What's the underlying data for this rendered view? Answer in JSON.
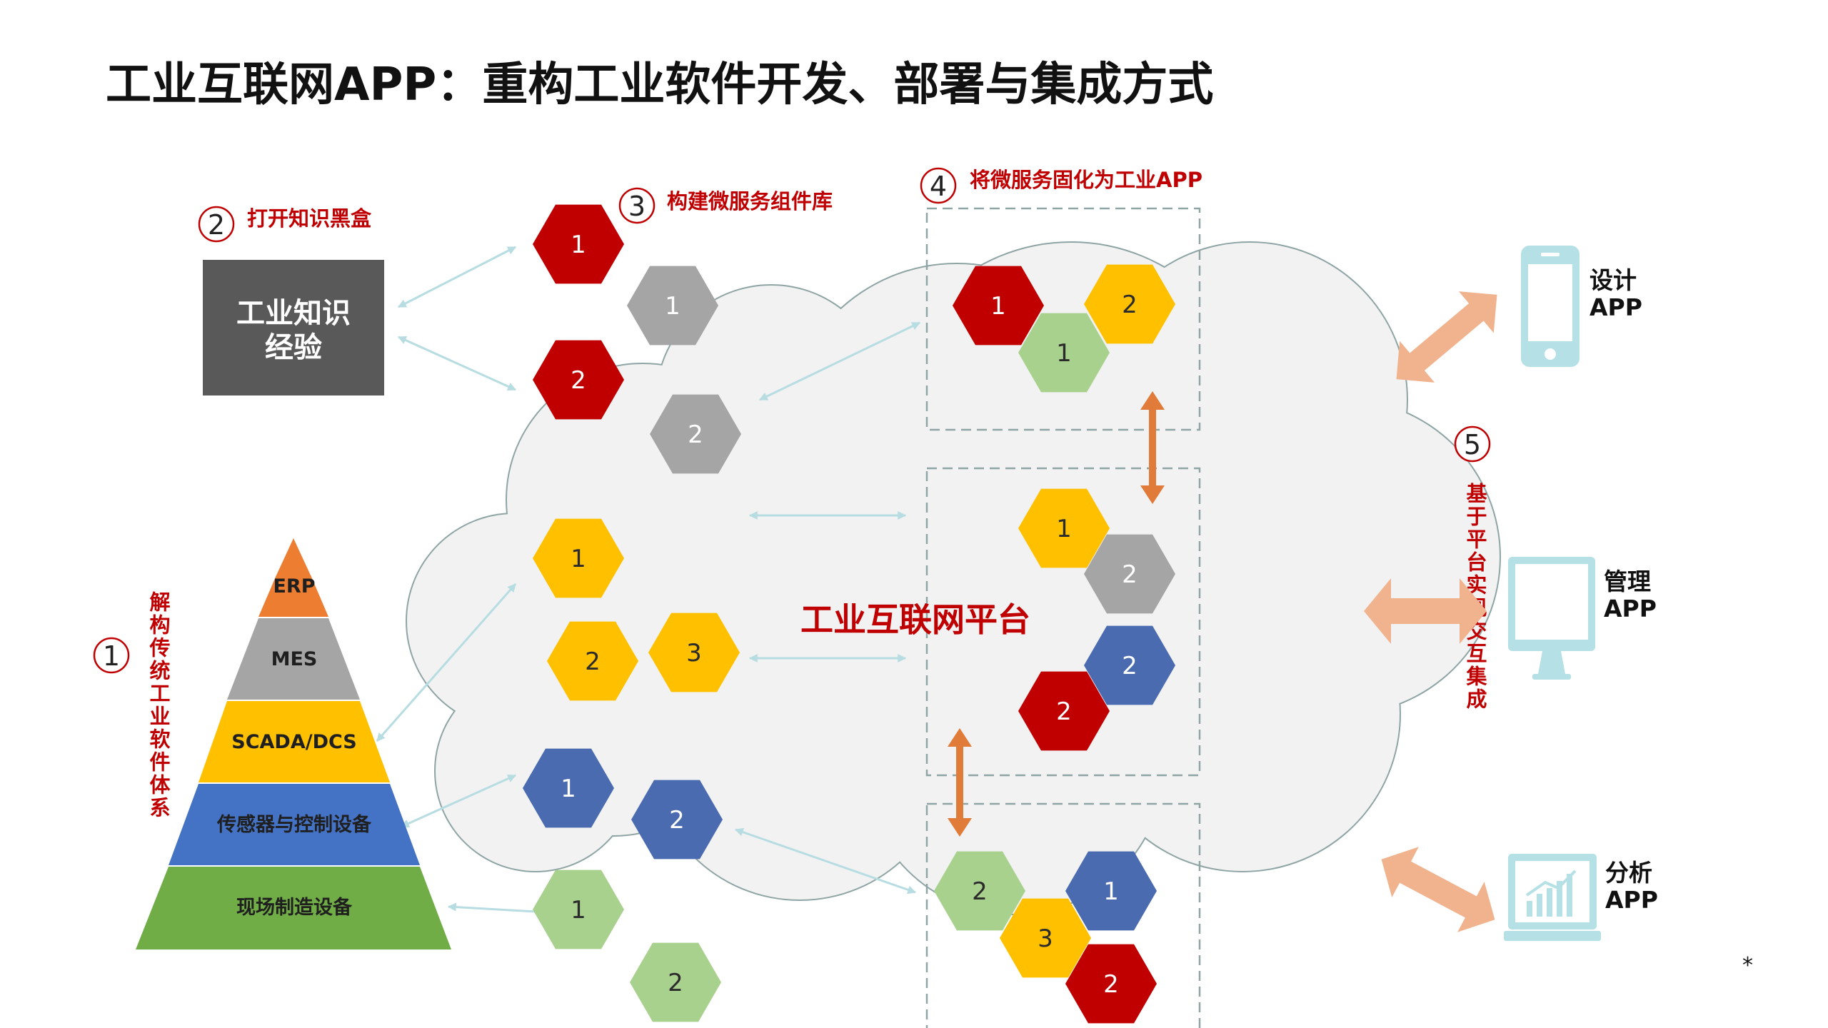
{
  "title": "工业互联网APP：重构工业软件开发、部署与集成方式",
  "steps": {
    "s1": {
      "number": "1",
      "label": "解构传统工业软件体系"
    },
    "s2": {
      "number": "2",
      "label": "打开知识黑盒"
    },
    "s3": {
      "number": "3",
      "label": "构建微服务组件库"
    },
    "s4": {
      "number": "4",
      "label": "将微服务固化为工业APP"
    },
    "s5": {
      "number": "5",
      "label": "基于平台实现交互集成"
    }
  },
  "knowledge_box": {
    "line1": "工业知识",
    "line2": "经验"
  },
  "pyramid": [
    "ERP",
    "MES",
    "SCADA/DCS",
    "传感器与控制设备",
    "现场制造设备"
  ],
  "platform_label": "工业互联网平台",
  "apps": [
    {
      "line1": "设计",
      "line2": "APP",
      "icon": "smartphone-icon"
    },
    {
      "line1": "管理",
      "line2": "APP",
      "icon": "monitor-icon"
    },
    {
      "line1": "分析",
      "line2": "APP",
      "icon": "analytics-laptop-icon"
    }
  ],
  "components": [
    {
      "label": "1",
      "color": "#c00000"
    },
    {
      "label": "1",
      "color": "#a5a5a5"
    },
    {
      "label": "2",
      "color": "#c00000"
    },
    {
      "label": "2",
      "color": "#a5a5a5"
    },
    {
      "label": "1",
      "color": "#ffc000"
    },
    {
      "label": "2",
      "color": "#ffc000"
    },
    {
      "label": "3",
      "color": "#ffc000"
    },
    {
      "label": "1",
      "color": "#4a6baf"
    },
    {
      "label": "2",
      "color": "#4a6baf"
    },
    {
      "label": "1",
      "color": "#a9d18e"
    },
    {
      "label": "2",
      "color": "#a9d18e"
    }
  ],
  "app_groups": [
    [
      {
        "label": "1",
        "color": "#c00000"
      },
      {
        "label": "2",
        "color": "#ffc000"
      },
      {
        "label": "1",
        "color": "#a9d18e"
      }
    ],
    [
      {
        "label": "1",
        "color": "#ffc000"
      },
      {
        "label": "2",
        "color": "#a5a5a5"
      },
      {
        "label": "2",
        "color": "#4a6baf"
      },
      {
        "label": "2",
        "color": "#c00000"
      }
    ],
    [
      {
        "label": "2",
        "color": "#a9d18e"
      },
      {
        "label": "1",
        "color": "#4a6baf"
      },
      {
        "label": "3",
        "color": "#ffc000"
      },
      {
        "label": "2",
        "color": "#c00000"
      }
    ]
  ],
  "footnote": "*",
  "colors": {
    "accent_red": "#c00000",
    "cloud_fill": "#f2f2f2",
    "cloud_stroke": "#8fa5a5",
    "connector": "#b7dde2",
    "double_arrow": "#e07b39",
    "app_arrow": "#f0b38e",
    "device_icon": "#b4e0e6",
    "knowledge_box": "#595959",
    "pyramid": [
      "#ed7d31",
      "#a5a5a5",
      "#ffc000",
      "#4472c4",
      "#70ad47"
    ]
  }
}
